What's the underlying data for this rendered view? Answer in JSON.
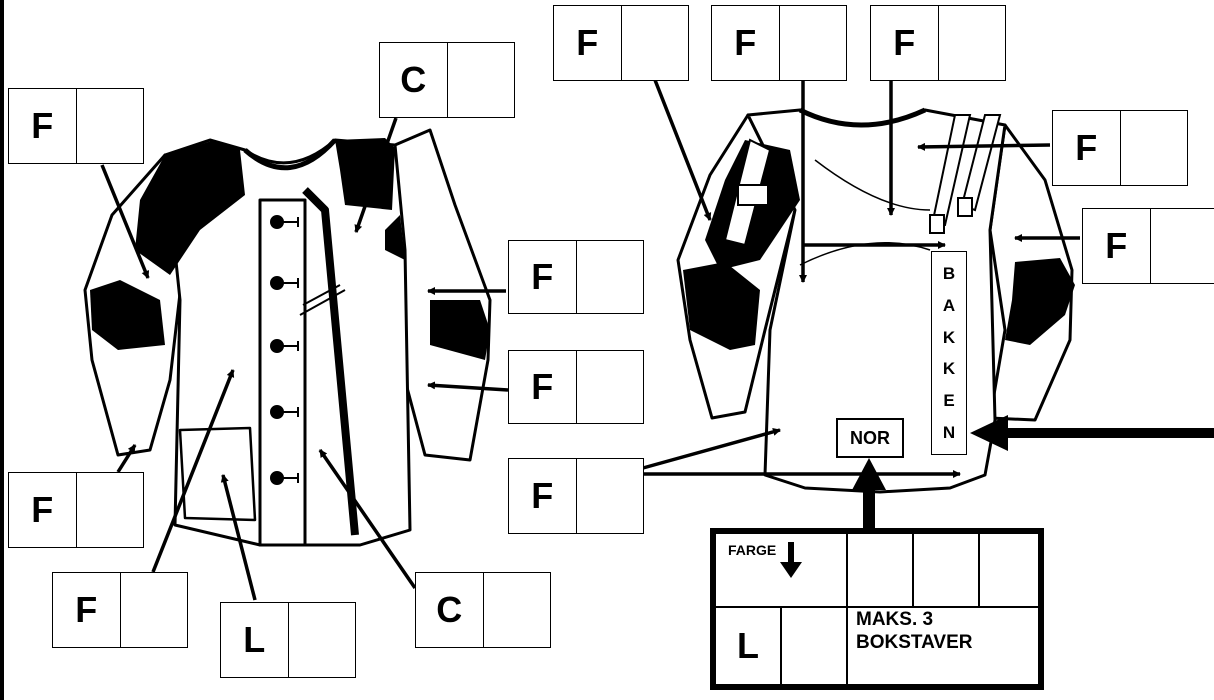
{
  "labels": {
    "left_f_shoulder": "F",
    "left_c_chest": "C",
    "left_f_sleeve_upper": "F",
    "left_f_sleeve_lower": "F",
    "left_f_cuff": "F",
    "left_f_body": "F",
    "left_l_pocket": "L",
    "left_c_placket": "C",
    "back_f_1": "F",
    "back_f_2": "F",
    "back_f_3": "F",
    "back_f_strap": "F",
    "back_f_sleeve": "F",
    "back_f_bottom": "F"
  },
  "back_tag": "NOR",
  "side_text": [
    "B",
    "A",
    "K",
    "K",
    "E",
    "N"
  ],
  "farge_box": {
    "farge_label": "FARGE",
    "l_label": "L",
    "maks_line1": "MAKS. 3",
    "maks_line2": "BOKSTAVER"
  },
  "colors": {
    "ink": "#000000",
    "paper": "#ffffff"
  }
}
